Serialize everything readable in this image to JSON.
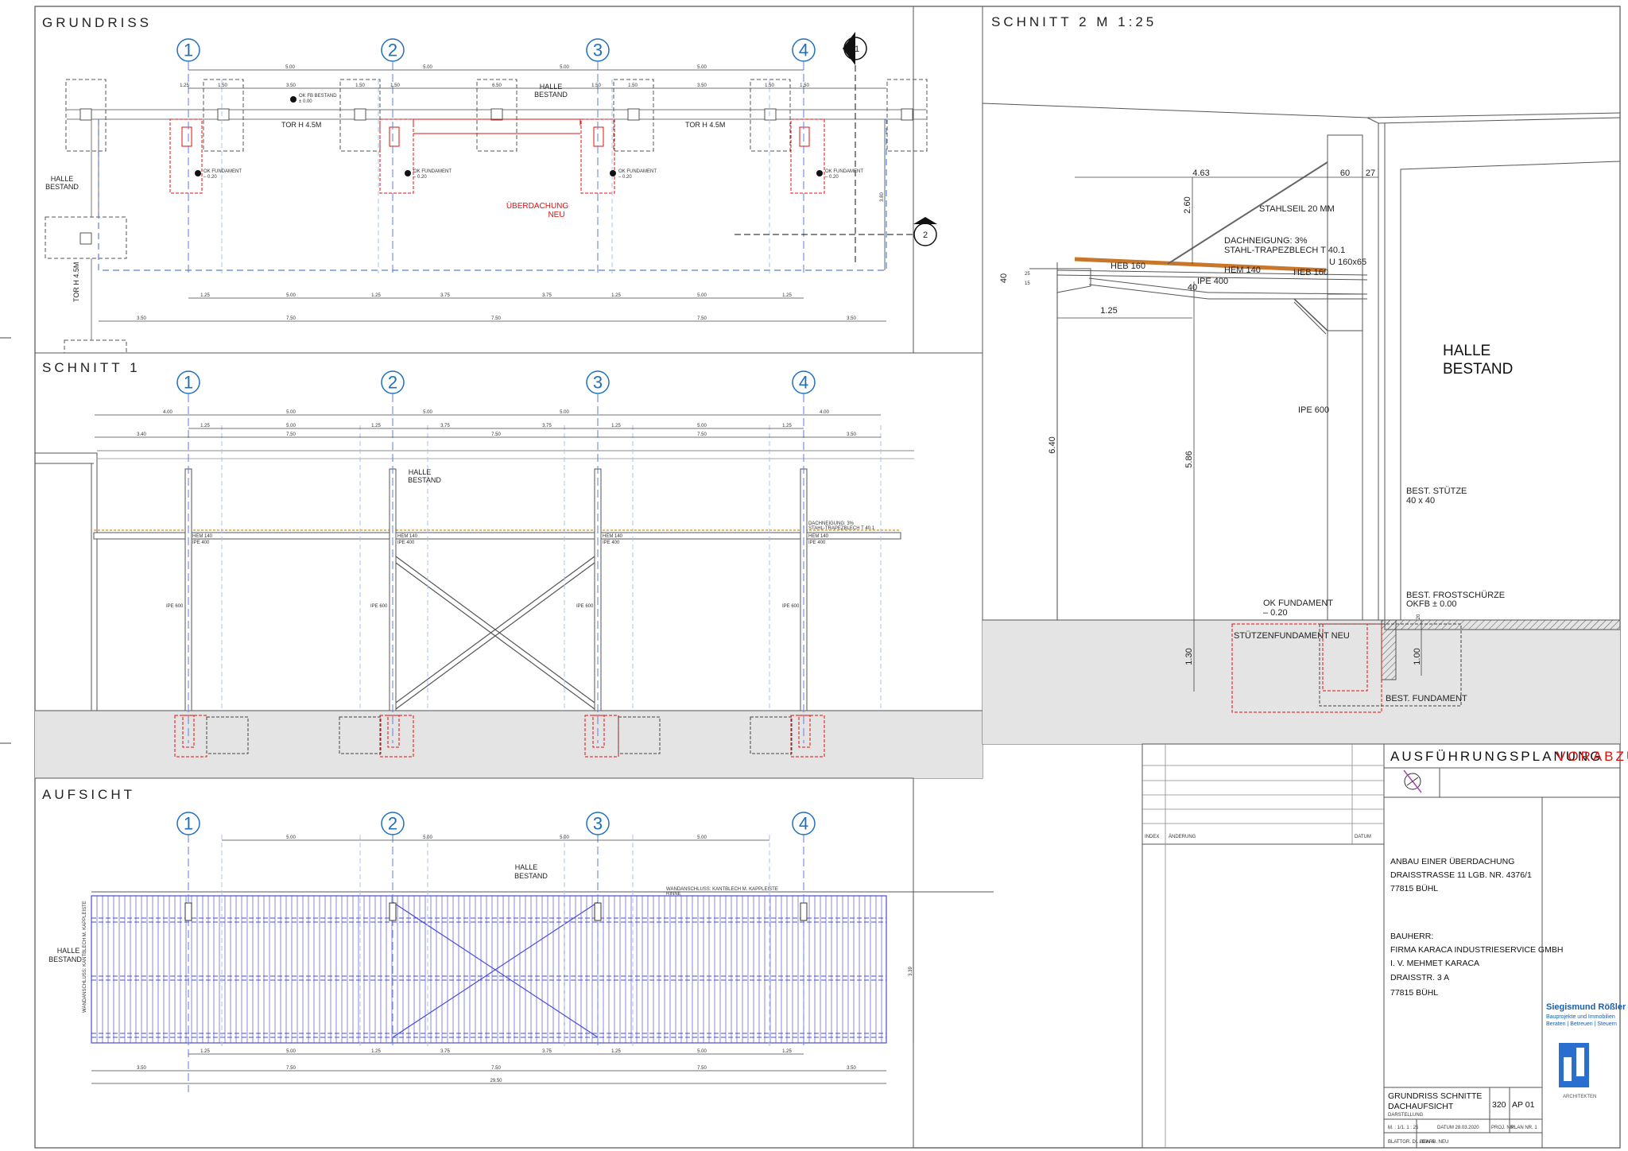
{
  "sheet": {
    "panels": {
      "grundriss": "GRUNDRISS",
      "schnitt1": "SCHNITT 1",
      "aufsicht": "AUFSICHT",
      "schnitt2": "SCHNITT 2  M 1:25"
    },
    "axes": [
      "1",
      "2",
      "3",
      "4"
    ],
    "section_marks": [
      "1",
      "2"
    ]
  },
  "grundriss": {
    "halle_bestand_top": [
      "HALLE",
      "BESTAND"
    ],
    "halle_bestand_left": [
      "HALLE",
      "BESTAND"
    ],
    "ueberdachung_neu": [
      "ÜBERDACHUNG",
      "NEU"
    ],
    "tor_labels": [
      "TOR H 4.5M",
      "TOR H 4.5M"
    ],
    "tor_vertical": "TOR H 4.5M",
    "ok_fb_bestand": [
      "OK FB BESTAND",
      "± 0.00"
    ],
    "ok_fundament": [
      "OK FUNDAMENT",
      "– 0.20"
    ],
    "dim_top_outer": [
      "5.00",
      "5.00",
      "5.00",
      "5.00"
    ],
    "dim_top_inner": [
      "1.25",
      "1.50",
      "3.50",
      "1.50",
      "1.50",
      "6.50",
      "1.50",
      "1.50",
      "3.50",
      "1.50",
      "1.50"
    ],
    "dim_bottom_1": [
      "1.25",
      "5.00",
      "1.25",
      "3.75",
      "3.75",
      "1.25",
      "5.00",
      "1.25"
    ],
    "dim_bottom_2": [
      "3.50",
      "7.50",
      "7.50",
      "7.50",
      "3.50"
    ],
    "dim_side": "3.80"
  },
  "schnitt1": {
    "halle_bestand": [
      "HALLE",
      "BESTAND"
    ],
    "dim_row_1": [
      "4.00",
      "5.00",
      "5.00",
      "5.00",
      "4.00"
    ],
    "dim_row_2": [
      "1.25",
      "5.00",
      "1.25",
      "3.75",
      "3.75",
      "1.25",
      "5.00",
      "1.25"
    ],
    "dim_row_3": [
      "3.40",
      "7.50",
      "7.50",
      "7.50",
      "3.50"
    ],
    "hem": "HEM 140",
    "ipe400": "IPE 400",
    "ipe600": "IPE 600",
    "dach_note": [
      "DACHNEIGUNG: 3%",
      "STAHL-TRAPEZBLECH T 40.1"
    ]
  },
  "aufsicht": {
    "halle_bestand_top": [
      "HALLE",
      "BESTAND"
    ],
    "halle_bestand_left": [
      "HALLE",
      "BESTAND"
    ],
    "rinne_note": [
      "WANDANSCHLUSS: KANTBLECH M. KAPPLEISTE",
      "RINNE"
    ],
    "side_note": "WANDANSCHLUSS: KANTBLECH M. KAPPLEISTE",
    "dim_top": [
      "5.00",
      "5.00",
      "5.00",
      "5.00"
    ],
    "dim_bottom_1": [
      "1.25",
      "5.00",
      "1.25",
      "3.75",
      "3.75",
      "1.25",
      "5.00",
      "1.25"
    ],
    "dim_bottom_2": [
      "3.50",
      "7.50",
      "7.50",
      "7.50",
      "3.50"
    ],
    "dim_total": "29.50",
    "dim_side": "3.39"
  },
  "schnitt2": {
    "dims": {
      "d463": "4.63",
      "d60": "60",
      "d27": "27",
      "d260": "2.60",
      "d40": "40",
      "d125": "1.25",
      "d640": "6.40",
      "d586": "5.86",
      "d130": "1.30",
      "d100": "1.00",
      "d20": "20",
      "d40b": "40",
      "d25": "25",
      "d15": "15"
    },
    "stahlseil": "STAHLSEIL 20 MM",
    "dachneigung": "DACHNEIGUNG: 3%",
    "trapezblech": "STAHL-TRAPEZBLECH T 40.1",
    "heb160a": "HEB 160",
    "heb160b": "HEB 160",
    "hem140": "HEM 140",
    "ipe400": "IPE 400",
    "u160": "U 160x65",
    "ipe600": "IPE 600",
    "halle": "HALLE",
    "bestand": "BESTAND",
    "best_stuetze": [
      "BEST. STÜTZE",
      "40 x 40"
    ],
    "best_frost": [
      "BEST. FROSTSCHÜRZE",
      "OKFB ± 0.00"
    ],
    "ok_fundament": [
      "OK FUNDAMENT",
      "– 0.20"
    ],
    "stuetzenfundament": "STÜTZENFUNDAMENT NEU",
    "best_fundament": "BEST. FUNDAMENT"
  },
  "titleblock": {
    "heading": "AUSFÜHRUNGSPLANUNG",
    "heading_red": "VORABZUG",
    "index": "INDEX",
    "aenderung": "ÄNDERUNG",
    "datum": "DATUM",
    "project": [
      "ANBAU EINER ÜBERDACHUNG",
      "DRAISSTRASSE 11 LGB. NR. 4376/1",
      "77815 BÜHL"
    ],
    "bauherr": [
      "BAUHERR:",
      "FIRMA KARACA INDUSTRIESERVICE GMBH",
      "I. V. MEHMET KARACA",
      "DRAISSTR. 3 A",
      "77815 BÜHL"
    ],
    "company": "Siegismund Rößler",
    "company_sub": [
      "Bauprojekte und Immobilien",
      "Beraten | Betreuen | Steuern"
    ],
    "architekten": "ARCHITEKTEN",
    "plan_title": [
      "GRUNDRISS  SCHNITTE",
      "DACHAUFSICHT"
    ],
    "darstellung": "DARSTELLUNG",
    "proj_no": "320",
    "plan_no": "AP 01",
    "proj_label": "PROJ. NR.",
    "plan_label": "PLAN NR. 1",
    "massstab": "M. : 1/1. 1 : 25",
    "datum_val": "DATUM 28.03.2020",
    "blatt": "BLATTGR. DL / DIN A",
    "bearb": "BEARB. NEU"
  },
  "colors": {
    "axis_blue": "#1f6fc0",
    "dashed_blue": "#5b7fe0",
    "foundation_red": "#e01010",
    "beam_orange": "#c8762a",
    "roof_purple": "#4b4bd6",
    "ground_gray": "#e4e4e4"
  }
}
